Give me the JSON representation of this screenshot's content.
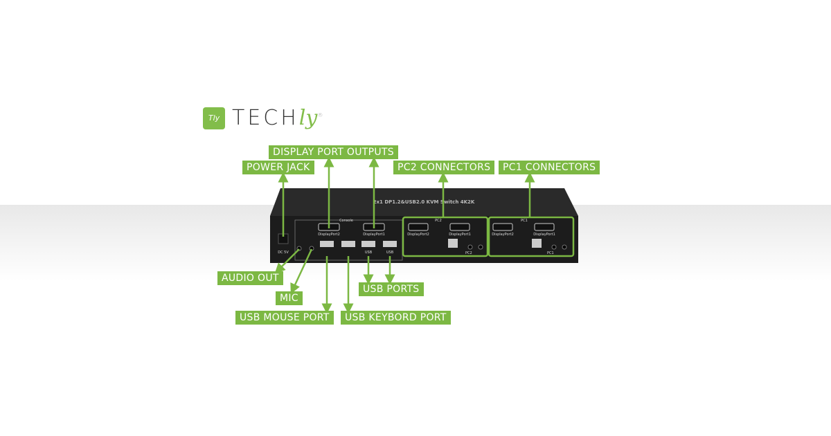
{
  "logo": {
    "mark": "Tly",
    "text": "TECH",
    "accent": "ly",
    "reg": "®"
  },
  "device": {
    "title": "2x1 DP1.2&USB2.0 KVM Switch 4K2K",
    "console": "Console",
    "pc2": "PC2",
    "pc1": "PC1",
    "dp2": "DisplayPort2",
    "dp1": "DisplayPort1",
    "usb": "USB",
    "dc": "DC 5V"
  },
  "labels": {
    "display_port_outputs": "DISPLAY PORT OUTPUTS",
    "power_jack": "POWER JACK",
    "pc2_connectors": "PC2 CONNECTORS",
    "pc1_connectors": "PC1 CONNECTORS",
    "audio_out": "AUDIO OUT",
    "mic": "MIC",
    "usb_mouse_port": "USB MOUSE PORT",
    "usb_keybord_port": "USB KEYBORD PORT",
    "usb_ports": "USB PORTS"
  },
  "colors": {
    "accent": "#7cb843",
    "device": "#1e1e1e"
  }
}
